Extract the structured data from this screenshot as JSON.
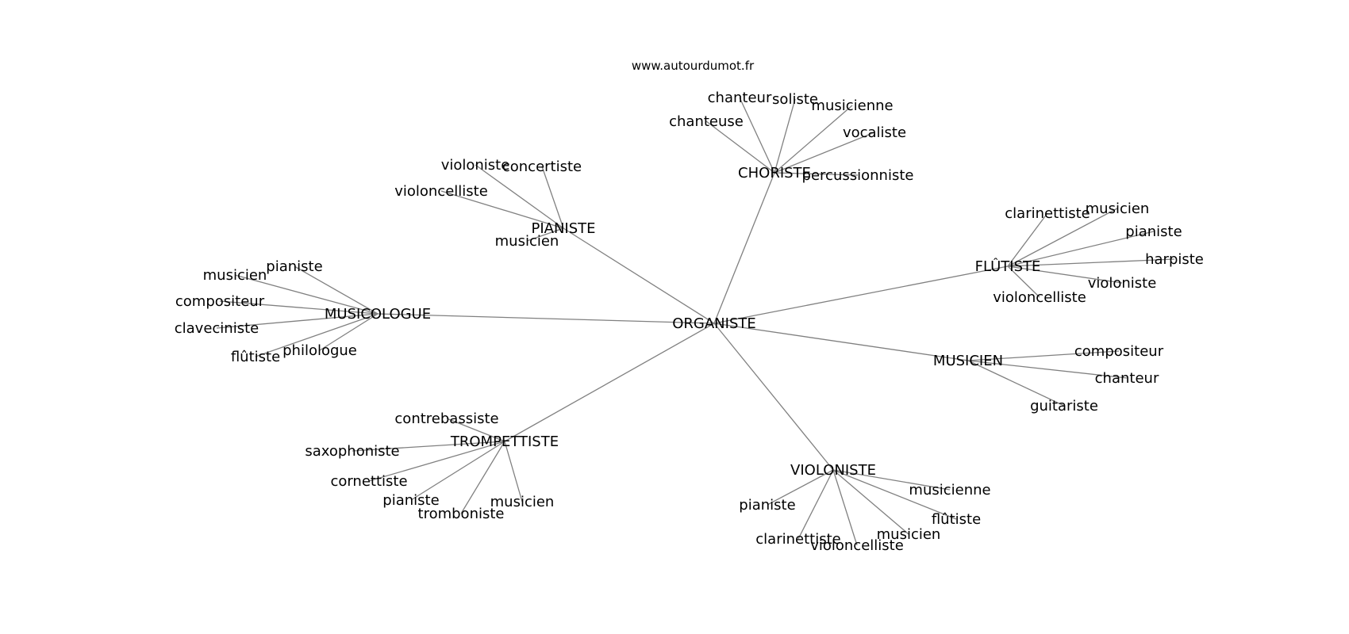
{
  "watermark": "www.autourdumot.fr",
  "center": "ORGANISTE",
  "hubs": [
    {
      "label": "CHORISTE",
      "leaves": [
        "chanteuse",
        "chanteur",
        "soliste",
        "musicienne",
        "vocaliste",
        "percussionniste"
      ]
    },
    {
      "label": "PIANISTE",
      "leaves": [
        "violoniste",
        "concertiste",
        "violoncelliste",
        "musicien"
      ]
    },
    {
      "label": "FLÛTISTE",
      "leaves": [
        "clarinettiste",
        "musicien",
        "pianiste",
        "harpiste",
        "violoniste",
        "violoncelliste"
      ]
    },
    {
      "label": "MUSICOLOGUE",
      "leaves": [
        "pianiste",
        "musicien",
        "compositeur",
        "claveciniste",
        "flûtiste",
        "philologue"
      ]
    },
    {
      "label": "MUSICIEN",
      "leaves": [
        "compositeur",
        "chanteur",
        "guitariste"
      ]
    },
    {
      "label": "TROMPETTISTE",
      "leaves": [
        "contrebassiste",
        "saxophoniste",
        "cornettiste",
        "pianiste",
        "tromboniste",
        "musicien"
      ]
    },
    {
      "label": "VIOLONISTE",
      "leaves": [
        "musicienne",
        "pianiste",
        "flûtiste",
        "musicien",
        "clarinettiste",
        "violoncelliste"
      ]
    }
  ]
}
